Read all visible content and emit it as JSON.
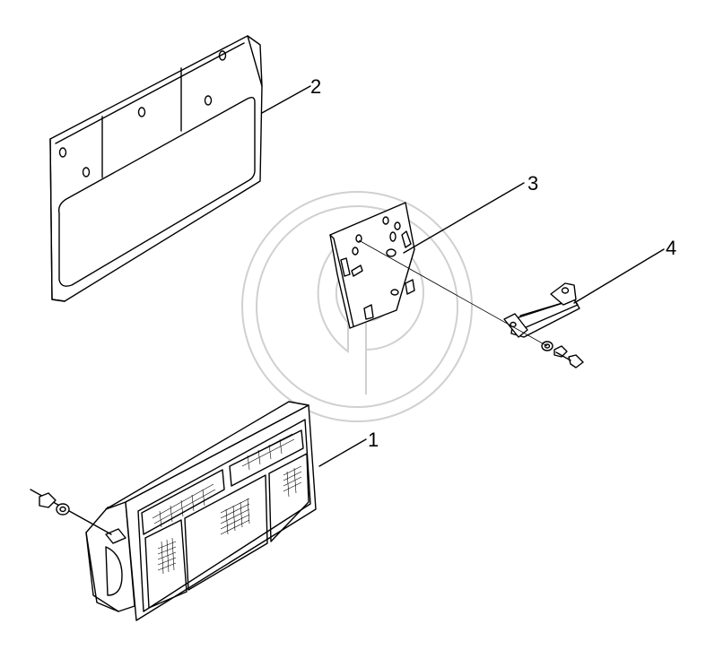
{
  "labels": {
    "part1": "1",
    "part2": "2",
    "part3": "3",
    "part4": "4"
  },
  "watermark": {
    "icon": "cp-logo-watermark",
    "color": "#d0d0d0"
  },
  "colors": {
    "line": "#000000",
    "background": "#ffffff"
  }
}
